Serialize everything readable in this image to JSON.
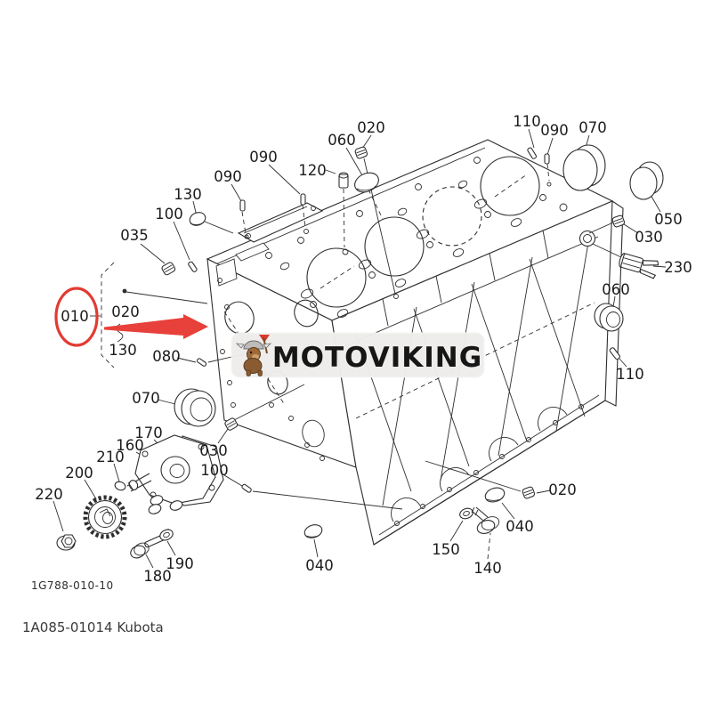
{
  "page": {
    "background": "#ffffff"
  },
  "watermark": {
    "brand": "MOTOVIKING",
    "badge_bg": "#eeedeb",
    "text_color": "#161616",
    "logo_icon": "viking-dog-icon"
  },
  "highlight": {
    "color": "#e23b32",
    "circled_label": "010"
  },
  "drawing": {
    "line_color": "#2e2e2e",
    "subject": "cylinder-block-exploded-view"
  },
  "footer": {
    "figure_code": "1G788-010-10",
    "caption": "1A085-01014 Kubota"
  },
  "callouts": [
    {
      "label": "130"
    },
    {
      "label": "100"
    },
    {
      "label": "035"
    },
    {
      "label": "090"
    },
    {
      "label": "090"
    },
    {
      "label": "120"
    },
    {
      "label": "060"
    },
    {
      "label": "020"
    },
    {
      "label": "110"
    },
    {
      "label": "090"
    },
    {
      "label": "070"
    },
    {
      "label": "050"
    },
    {
      "label": "030"
    },
    {
      "label": "230"
    },
    {
      "label": "060"
    },
    {
      "label": "110"
    },
    {
      "label": "010"
    },
    {
      "label": "020"
    },
    {
      "label": "130"
    },
    {
      "label": "080"
    },
    {
      "label": "070"
    },
    {
      "label": "170"
    },
    {
      "label": "160"
    },
    {
      "label": "210"
    },
    {
      "label": "200"
    },
    {
      "label": "220"
    },
    {
      "label": "030"
    },
    {
      "label": "100"
    },
    {
      "label": "020"
    },
    {
      "label": "040"
    },
    {
      "label": "150"
    },
    {
      "label": "140"
    },
    {
      "label": "040"
    },
    {
      "label": "190"
    },
    {
      "label": "180"
    }
  ]
}
